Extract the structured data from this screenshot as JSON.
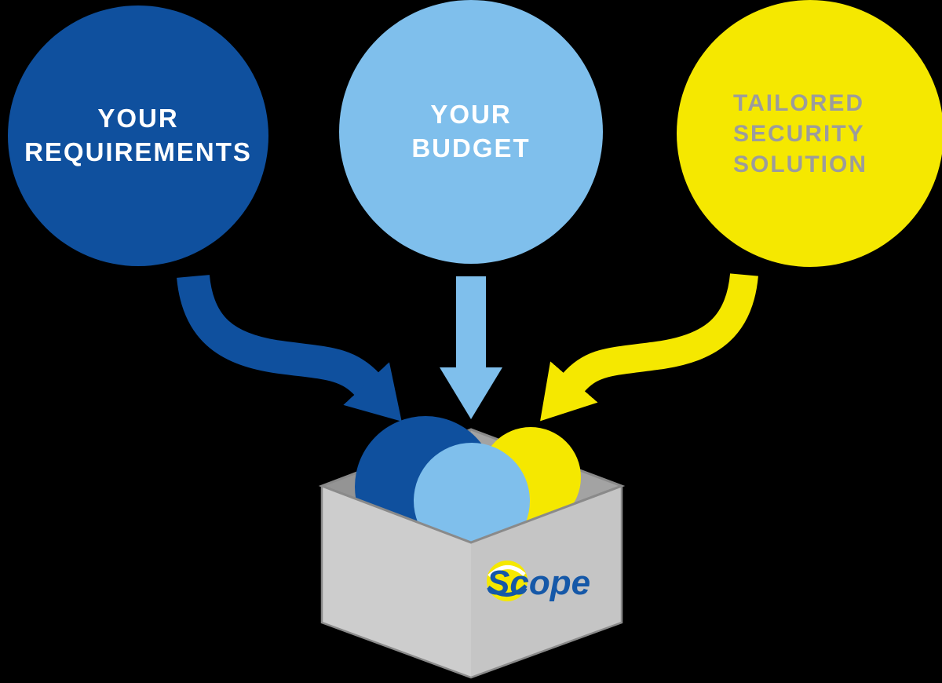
{
  "colors": {
    "background": "#000000",
    "dark_blue": "#0f509e",
    "light_blue": "#7fbfec",
    "yellow": "#f5e800",
    "white": "#ffffff",
    "gray_text": "#9c9c9c",
    "box_left_face": "#cdcdcd",
    "box_right_face": "#c5c5c5",
    "box_inside_left": "#949494",
    "box_inside_right": "#a3a3a3",
    "box_edge": "#8a8a8a",
    "logo_blue": "#1558a8"
  },
  "circles": {
    "requirements": {
      "lines": [
        "YOUR",
        "REQUIREMENTS"
      ]
    },
    "budget": {
      "lines": [
        "YOUR",
        "BUDGET"
      ]
    },
    "solution": {
      "lines": [
        "TAILORED",
        "SECURITY",
        "SOLUTION"
      ]
    }
  },
  "box": {
    "logo_text": "Scope"
  }
}
